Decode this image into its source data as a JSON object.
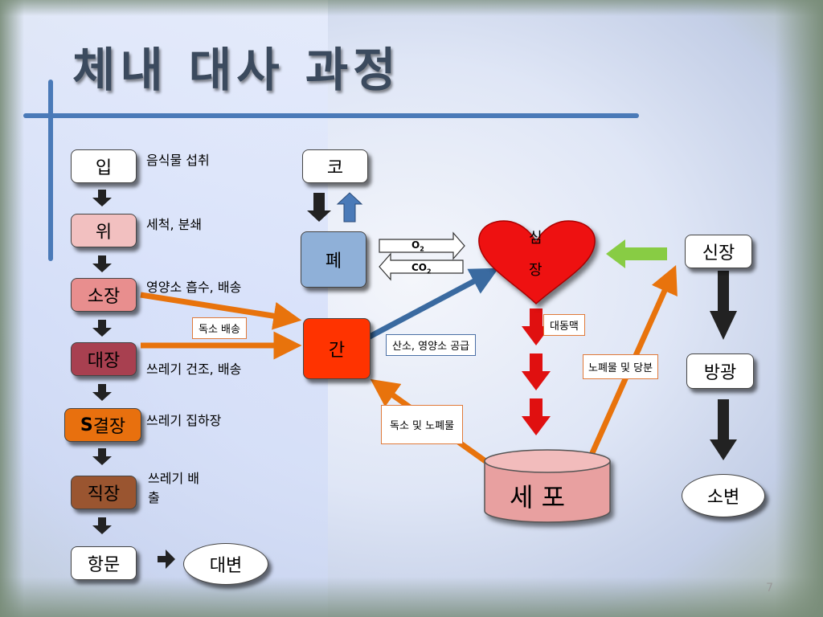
{
  "title": "체내 대사 과정",
  "page_number": "7",
  "digestive": {
    "mouth": "입",
    "stomach": "위",
    "small_intestine": "소장",
    "large_intestine": "대장",
    "s_prefix": "S",
    "colon_suffix": "결장",
    "rectum": "직장",
    "anus": "항문",
    "feces": "대변"
  },
  "digestive_labels": {
    "mouth": "음식물 섭취",
    "stomach": "세척, 분쇄",
    "small_intestine": "영양소 흡수, 배송",
    "large_intestine": "쓰레기 건조, 배송",
    "colon": "쓰레기 집하장",
    "rectum_line1": "쓰레기 배",
    "rectum_line2": "출"
  },
  "organs": {
    "nose": "코",
    "lung": "폐",
    "liver": "간",
    "heart_line1": "심",
    "heart_line2": "장",
    "kidney": "신장",
    "bladder": "방광",
    "urine": "소변",
    "cell": "세 포"
  },
  "gases": {
    "o2": "O",
    "o2_sub": "2",
    "co2": "CO",
    "co2_sub": "2"
  },
  "tags": {
    "toxin_transport": "독소 배송",
    "oxygen_nutrient_supply": "산소, 영양소 공급",
    "toxins_waste": "독소 및 노폐물",
    "artery": "대동맥",
    "waste_sugar": "노폐물 및 당분"
  },
  "colors": {
    "liver": "#ff3300",
    "heart": "#ee1111",
    "cell": "#e8a0a0",
    "orange_arrow": "#e8730c",
    "blue_arrow": "#3a6aa0",
    "green_arrow": "#88cc44",
    "red_arrow": "#e01010",
    "accent_line": "#4a7ab8"
  }
}
